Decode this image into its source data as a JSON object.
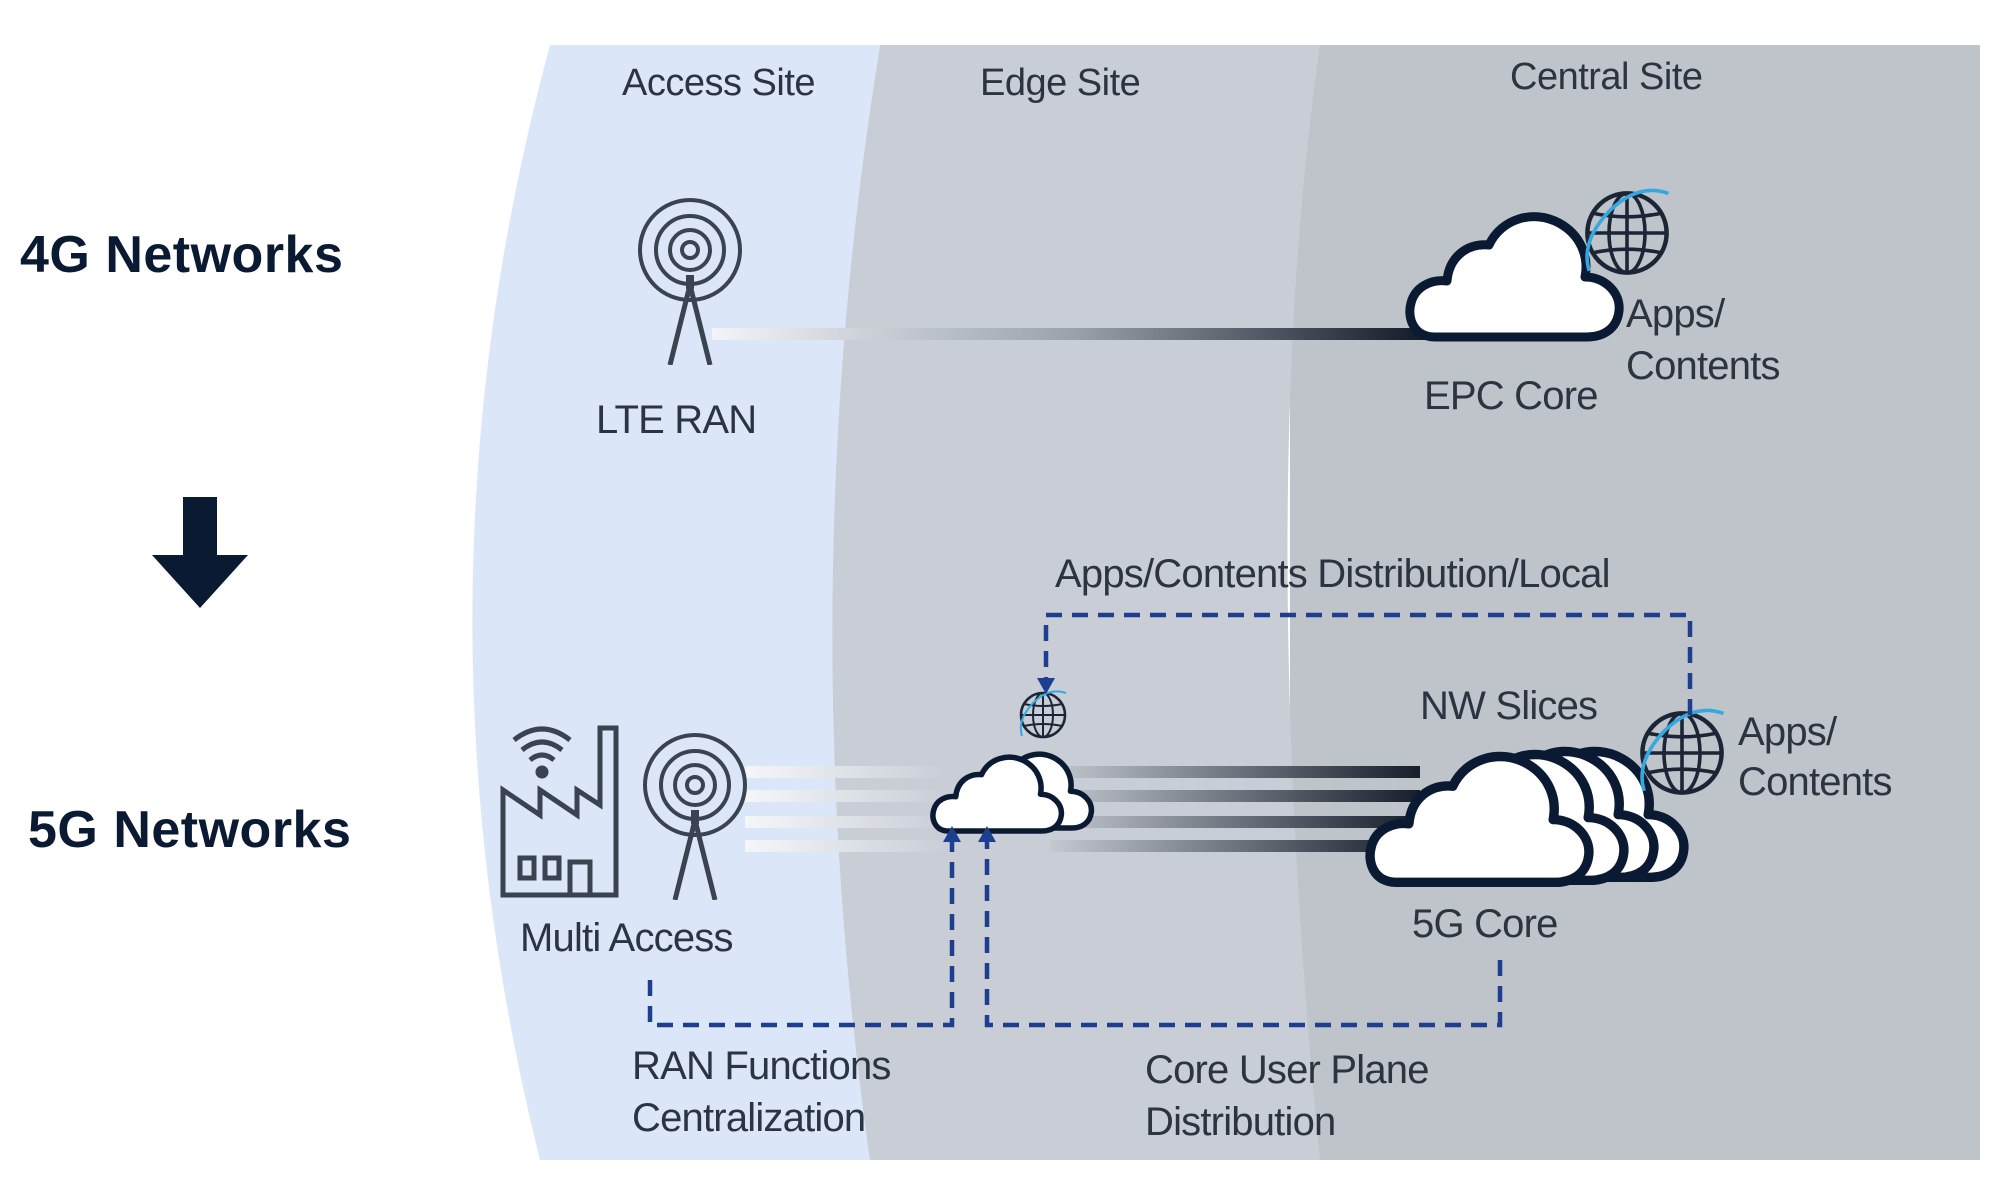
{
  "sites": {
    "access": "Access Site",
    "edge": "Edge Site",
    "central": "Central Site"
  },
  "generations": {
    "g4": "4G Networks",
    "g5": "5G Networks"
  },
  "network_4g": {
    "ran_label": "LTE RAN",
    "core_label": "EPC Core",
    "apps_line1": "Apps/",
    "apps_line2": "Contents"
  },
  "network_5g": {
    "distribution_label": "Apps/Contents Distribution/Local",
    "slices_label": "NW Slices",
    "apps_line1": "Apps/",
    "apps_line2": "Contents",
    "core_label": "5G Core",
    "access_label": "Multi Access",
    "ran_central_line1": "RAN Functions",
    "ran_central_line2": "Centralization",
    "upf_line1": "Core User Plane",
    "upf_line2": "Distribution"
  },
  "colors": {
    "access_zone": "#dbe7f8",
    "edge_zone": "#c8cdd6",
    "central_zone": "#bfc4cb",
    "dashed_accent": "#1e3f8f",
    "globe_accent": "#35a8e0",
    "dark_navy": "#0b1a33"
  }
}
